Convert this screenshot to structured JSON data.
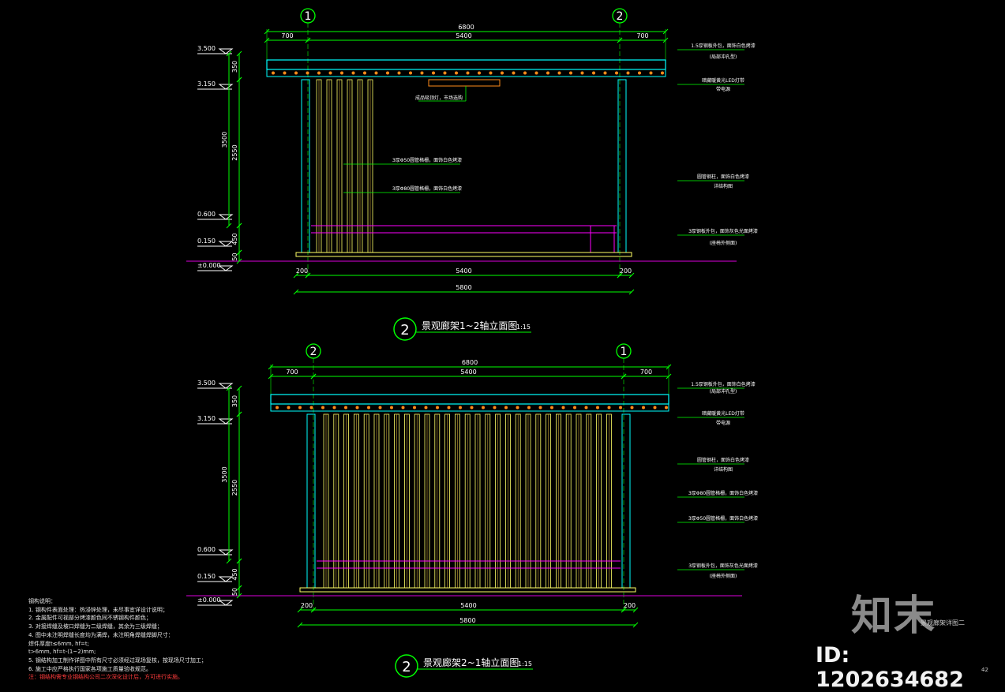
{
  "views": [
    {
      "axis_left": "1",
      "axis_right": "2",
      "dim_total_top": "6800",
      "dim_left_top": "700",
      "dim_mid_top": "5400",
      "dim_right_top": "700",
      "dim_left_bot": "200",
      "dim_mid_bot": "5400",
      "dim_right_bot": "200",
      "dim_total_bot": "5800",
      "levels": [
        "3.500",
        "3.150",
        "0.600",
        "0.150",
        "±0.000"
      ],
      "vdims": [
        "350",
        "2550",
        "3500",
        "450",
        "50"
      ],
      "title_num": "2",
      "title": "景观廊架1~2轴立面图",
      "scale": "1:15",
      "notes": [
        "1.5厚钢板外包，面饰白色烤漆",
        "(局部冲孔型)",
        "暗藏暖黄光LED灯带",
        "带电源",
        "成品吸顶灯，市场选购",
        "3厚Φ50圆管格栅，面饰白色烤漆",
        "3厚Φ80圆管格栅，面饰白色烤漆",
        "圆管钢柱，面饰白色烤漆",
        "详结构图",
        "3厚钢板外包，面饰灰色光面烤漆",
        "(座椅外侧面)"
      ]
    },
    {
      "axis_left": "2",
      "axis_right": "1",
      "dim_total_top": "6800",
      "dim_left_top": "700",
      "dim_mid_top": "5400",
      "dim_right_top": "700",
      "dim_left_bot": "200",
      "dim_mid_bot": "5400",
      "dim_right_bot": "200",
      "dim_total_bot": "5800",
      "levels": [
        "3.500",
        "3.150",
        "0.600",
        "0.150",
        "±0.000"
      ],
      "vdims": [
        "350",
        "2550",
        "3500",
        "450",
        "50"
      ],
      "title_num": "2",
      "title": "景观廊架2~1轴立面图",
      "scale": "1:15",
      "notes": [
        "1.5厚钢板外包，面饰白色烤漆",
        "(局部冲孔型)",
        "暗藏暖黄光LED灯带",
        "带电源",
        "圆管钢柱，面饰白色烤漆",
        "详结构图",
        "3厚Φ80圆管格栅，面饰白色烤漆",
        "3厚Φ50圆管格栅，面饰白色烤漆",
        "3厚钢板外包，面饰灰色光面烤漆",
        "(座椅外侧面)"
      ]
    }
  ],
  "steel_notes": {
    "heading": "钢构说明：",
    "lines": [
      "1. 钢构件表面处理：热浸锌处理，未尽事宜详设计说明；",
      "2. 金属配件可视部分烤漆颜色同不锈钢构件颜色；",
      "3. 对接焊缝及坡口焊缝为二级焊缝，其余为三级焊缝；",
      "4. 图中未注明焊缝长度均为满焊，未注明角焊缝焊脚尺寸：",
      "焊件厚度t≤6mm, hf=t;",
      "t>6mm, hf=t-(1~2)mm;",
      "5. 钢结构加工制作详图中所有尺寸必须经过现场复核，按现场尺寸加工；",
      "6. 施工中应严格执行国家各项施工质量验收规范。"
    ],
    "warning": "注：钢结构需专业钢结构公司二次深化设计后，方可进行实施。"
  },
  "watermark": {
    "logo": "知末",
    "logo_sub": "景观廊架详图二",
    "id_text": "ID: 1202634682",
    "page": "42"
  },
  "colors": {
    "dim": "#00ff00",
    "cyan": "#00ffff",
    "magenta": "#ff00ff",
    "slat": "#ffff66",
    "orange": "#ff8c1a",
    "ground": "#b000b0"
  }
}
